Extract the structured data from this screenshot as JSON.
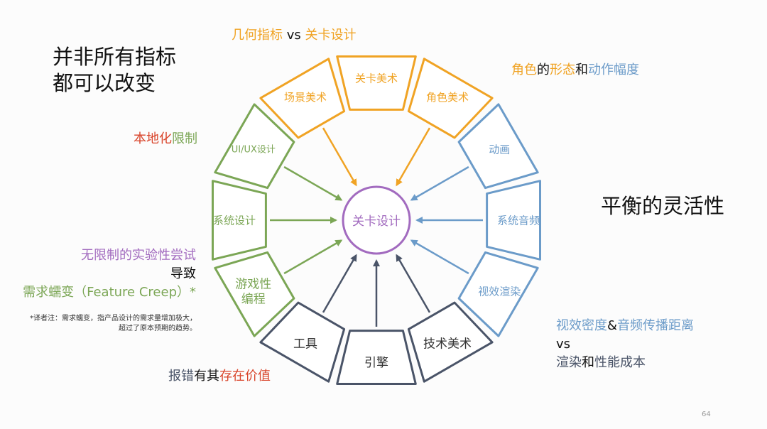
{
  "slide": {
    "title_lines": [
      "并非所有指标",
      "都可以改变"
    ],
    "right_heading": "平衡的灵活性",
    "page_number": "64"
  },
  "colors": {
    "orange": "#f0a324",
    "blue": "#6b9bc9",
    "green": "#7ba655",
    "navy": "#4a5468",
    "purple": "#a26bbf",
    "red": "#d9452b",
    "black": "#111111"
  },
  "wheel": {
    "center_label": "关卡设计",
    "segments": [
      {
        "label": "关卡美术",
        "group": "orange"
      },
      {
        "label": "角色美术",
        "group": "orange"
      },
      {
        "label": "动画",
        "group": "blue"
      },
      {
        "label": "系统音频",
        "group": "blue"
      },
      {
        "label": "视效渲染",
        "group": "blue"
      },
      {
        "label": "技术美术",
        "group": "navy"
      },
      {
        "label": "引擎",
        "group": "navy"
      },
      {
        "label": "工具",
        "group": "navy"
      },
      {
        "label": "游戏性\n编程",
        "group": "green"
      },
      {
        "label": "系统设计",
        "group": "green"
      },
      {
        "label": "UI/UX设计",
        "group": "green"
      },
      {
        "label": "场景美术",
        "group": "orange"
      }
    ]
  },
  "annotations": {
    "top": [
      {
        "text": "几何指标",
        "color": "orange"
      },
      {
        "text": " vs ",
        "color": "black"
      },
      {
        "text": "关卡设计",
        "color": "orange"
      }
    ],
    "top_right": [
      {
        "text": "角色",
        "color": "orange"
      },
      {
        "text": "的",
        "color": "black"
      },
      {
        "text": "形态",
        "color": "orange"
      },
      {
        "text": "和",
        "color": "black"
      },
      {
        "text": "动作幅度",
        "color": "blue"
      }
    ],
    "left_upper": [
      {
        "text": "本地化",
        "color": "red"
      },
      {
        "text": "限制",
        "color": "green"
      }
    ],
    "left_mid": [
      [
        {
          "text": "无限制的实验性尝试",
          "color": "purple"
        }
      ],
      [
        {
          "text": "导致",
          "color": "black"
        }
      ],
      [
        {
          "text": "需求蠕变（Feature Creep）*",
          "color": "green"
        }
      ]
    ],
    "footnote": [
      "*译者注：需求蠕变，指产品设计的需求量增加极大，",
      "超过了原本预期的趋势。"
    ],
    "bottom": [
      {
        "text": "报错",
        "color": "navy"
      },
      {
        "text": "有其",
        "color": "black"
      },
      {
        "text": "存在价值",
        "color": "red"
      }
    ],
    "bottom_right": [
      [
        {
          "text": "视效密度",
          "color": "blue"
        },
        {
          "text": "&",
          "color": "black"
        },
        {
          "text": "音频传播距离",
          "color": "blue"
        }
      ],
      [
        {
          "text": "vs",
          "color": "black"
        }
      ],
      [
        {
          "text": "渲染",
          "color": "navy"
        },
        {
          "text": "和",
          "color": "black"
        },
        {
          "text": "性能成本",
          "color": "navy"
        }
      ]
    ]
  }
}
